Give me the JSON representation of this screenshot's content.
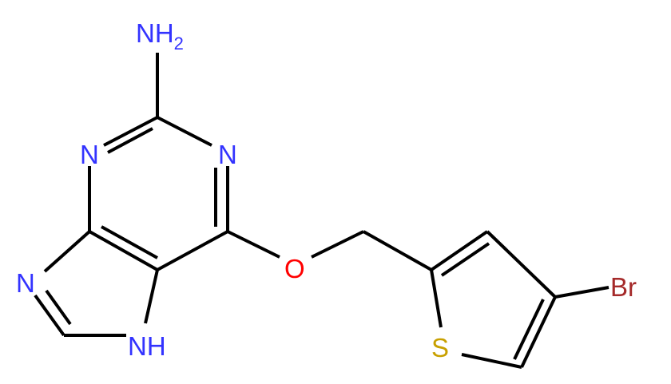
{
  "molecule": {
    "atoms": {
      "nh2": {
        "label": "NH",
        "subscript": "2",
        "color": "#3333ff"
      },
      "n_pyrimidine_left": {
        "label": "N",
        "color": "#3333ff"
      },
      "n_pyrimidine_right": {
        "label": "N",
        "color": "#3333ff"
      },
      "n_imidazole": {
        "label": "N",
        "color": "#3333ff"
      },
      "nh_imidazole": {
        "label": "NH",
        "color": "#3333ff"
      },
      "oxygen": {
        "label": "O",
        "color": "#ff0000"
      },
      "sulfur": {
        "label": "S",
        "color": "#c8a000"
      },
      "bromine": {
        "label": "Br",
        "color": "#a52a2a"
      }
    },
    "bond_color": "#000000"
  }
}
